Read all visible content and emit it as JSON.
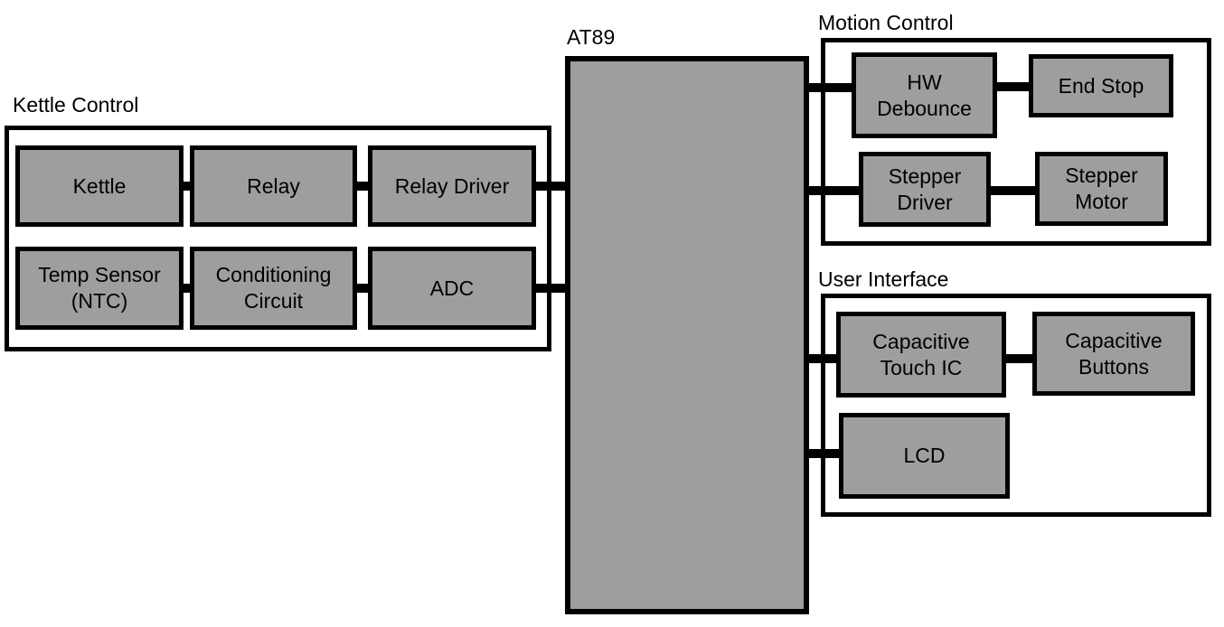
{
  "colors": {
    "background": "#ffffff",
    "block_fill": "#9e9e9e",
    "border": "#000000",
    "text": "#000000"
  },
  "central": {
    "label": "AT89"
  },
  "groups": {
    "kettle_control": {
      "title": "Kettle Control",
      "blocks": {
        "kettle": {
          "label": "Kettle"
        },
        "relay": {
          "label": "Relay"
        },
        "relay_driver": {
          "label": "Relay Driver"
        },
        "temp_sensor": {
          "label": "Temp Sensor\n(NTC)"
        },
        "conditioning_circuit": {
          "label": "Conditioning\nCircuit"
        },
        "adc": {
          "label": "ADC"
        }
      }
    },
    "motion_control": {
      "title": "Motion Control",
      "blocks": {
        "hw_debounce": {
          "label": "HW\nDebounce"
        },
        "end_stop": {
          "label": "End Stop"
        },
        "stepper_driver": {
          "label": "Stepper\nDriver"
        },
        "stepper_motor": {
          "label": "Stepper\nMotor"
        }
      }
    },
    "user_interface": {
      "title": "User Interface",
      "blocks": {
        "capacitive_touch_ic": {
          "label": "Capacitive\nTouch IC"
        },
        "capacitive_buttons": {
          "label": "Capacitive\nButtons"
        },
        "lcd": {
          "label": "LCD"
        }
      }
    }
  },
  "connections": [
    {
      "from": "Kettle",
      "to": "Relay"
    },
    {
      "from": "Relay",
      "to": "Relay Driver"
    },
    {
      "from": "Relay Driver",
      "to": "AT89"
    },
    {
      "from": "Temp Sensor (NTC)",
      "to": "Conditioning Circuit"
    },
    {
      "from": "Conditioning Circuit",
      "to": "ADC"
    },
    {
      "from": "ADC",
      "to": "AT89"
    },
    {
      "from": "AT89",
      "to": "HW Debounce"
    },
    {
      "from": "HW Debounce",
      "to": "End Stop"
    },
    {
      "from": "AT89",
      "to": "Stepper Driver"
    },
    {
      "from": "Stepper Driver",
      "to": "Stepper Motor"
    },
    {
      "from": "AT89",
      "to": "Capacitive Touch IC"
    },
    {
      "from": "Capacitive Touch IC",
      "to": "Capacitive Buttons"
    },
    {
      "from": "AT89",
      "to": "LCD"
    }
  ]
}
